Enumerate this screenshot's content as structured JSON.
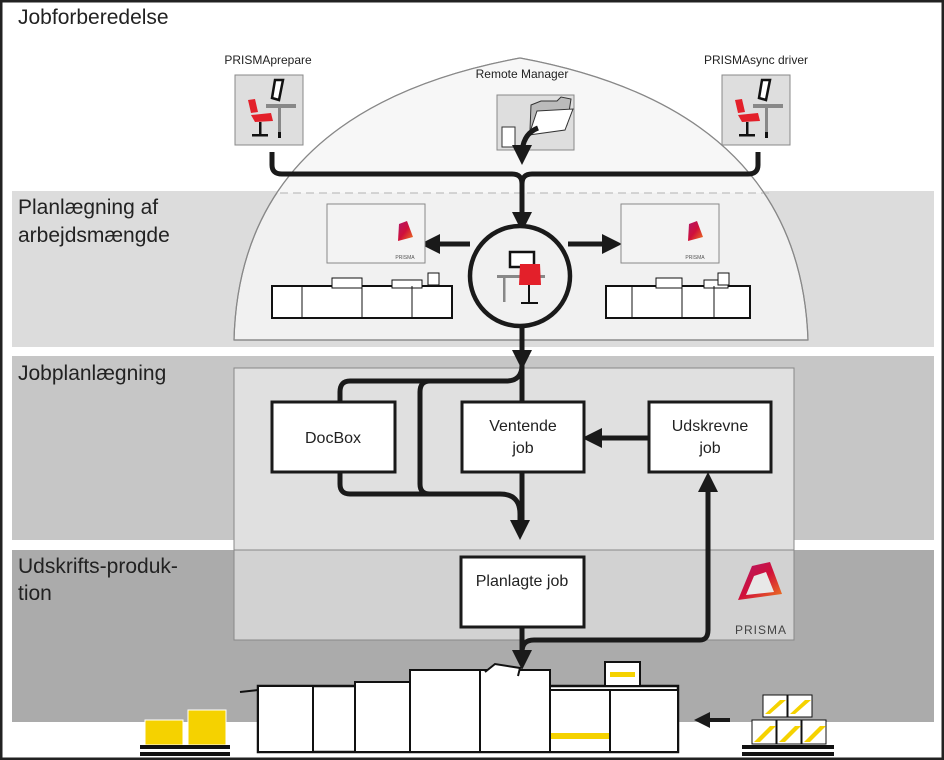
{
  "bands": [
    {
      "id": "jobforberedelse",
      "title_lines": [
        "Jobforberedelse"
      ],
      "color": "#ffffff"
    },
    {
      "id": "planlaegning",
      "title_lines": [
        "Planlægning af",
        "arbejdsmængde"
      ],
      "color": "#dcdcdc"
    },
    {
      "id": "jobplanlaegning",
      "title_lines": [
        "Jobplanlægning"
      ],
      "color": "#c6c6c6"
    },
    {
      "id": "udskrifts",
      "title_lines": [
        "Udskrifts-produk-",
        "tion"
      ],
      "color": "#ababab"
    }
  ],
  "sources": {
    "prismaprepare": {
      "label": "PRISMAprepare",
      "icon": "workstation-icon"
    },
    "remote_manager": {
      "label": "Remote Manager",
      "icon": "folder-icon"
    },
    "prismasync_driver": {
      "label": "PRISMAsync driver",
      "icon": "workstation-icon"
    }
  },
  "hub": {
    "icon": "operator-workstation-icon"
  },
  "boxes": {
    "docbox": [
      "DocBox"
    ],
    "ventende": [
      "Ventende",
      "job"
    ],
    "udskrevne": [
      "Udskrevne",
      "job"
    ],
    "planlagte": [
      "Planlagte job"
    ]
  },
  "logo": {
    "text": "PRISMA",
    "colors": [
      "#d0103a",
      "#ee7b1f",
      "#b0196b"
    ]
  },
  "colors": {
    "red_accent": "#e3202a",
    "yellow_accent": "#f5d200",
    "line": "#1a1a1a"
  }
}
